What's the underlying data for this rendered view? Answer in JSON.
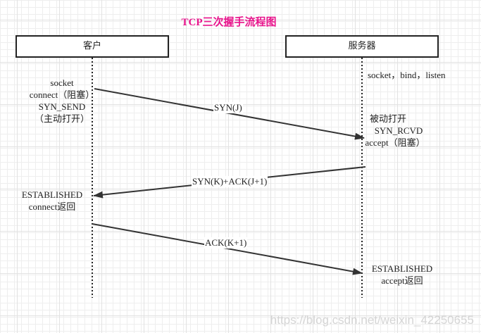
{
  "title": "TCP三次握手流程图",
  "colors": {
    "title": "#e8148c",
    "lines": "#333333",
    "box_border": "#222222",
    "watermark": "#c8c8c8"
  },
  "client": {
    "label": "客户",
    "state_lines": [
      "socket",
      "connect（阻塞）",
      "SYN_SEND",
      "（主动打开）"
    ],
    "established_lines": [
      "ESTABLISHED",
      "connect返回"
    ]
  },
  "server": {
    "label": "服务器",
    "init": "socket，bind，listen",
    "passive_lines": [
      "被动打开",
      "SYN_RCVD",
      "accept（阻塞）"
    ],
    "established_lines": [
      "ESTABLISHED",
      "accept返回"
    ]
  },
  "messages": [
    {
      "label": "SYN(J)",
      "direction": "client-to-server"
    },
    {
      "label": "SYN(K)+ACK(J+1)",
      "direction": "server-to-client"
    },
    {
      "label": "ACK(K+1)",
      "direction": "client-to-server"
    }
  ],
  "watermark": "https://blog.csdn.net/weixin_42250655"
}
